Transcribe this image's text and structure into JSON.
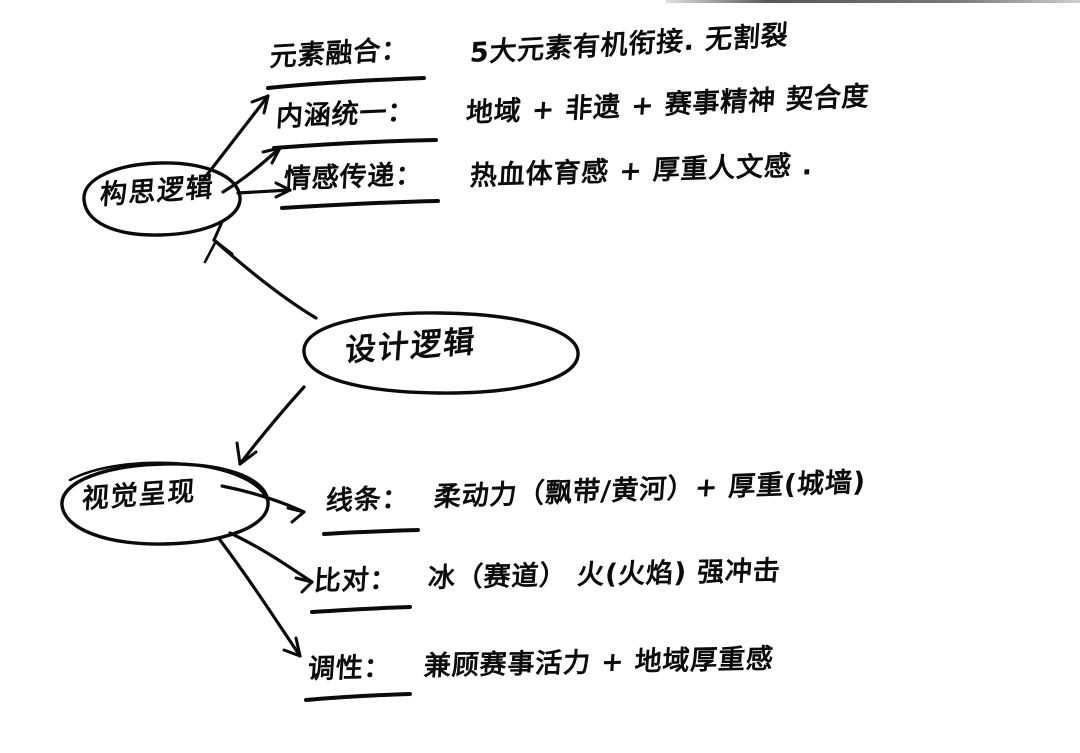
{
  "diagram": {
    "type": "hand-drawn-mind-map",
    "medium": "handwritten ink on white paper (scanned)",
    "ink_color": "#0b0b0b",
    "paper_color": "#ffffff",
    "center": {
      "label": "设计逻辑",
      "shape": "ellipse"
    },
    "nodes": [
      {
        "id": "concept-logic",
        "label": "构思逻辑",
        "shape": "ellipse",
        "branches": [
          {
            "key": "元素融合：",
            "value": "5大元素有机衔接. 无割裂",
            "underlined": true
          },
          {
            "key": "内涵统一：",
            "value": "地域 + 非遗 + 赛事精神  契合度",
            "underlined": true
          },
          {
            "key": "情感传递：",
            "value": "热血体育感 + 厚重人文感 .",
            "underlined": true
          }
        ]
      },
      {
        "id": "visual-presentation",
        "label": "视觉呈现",
        "shape": "ellipse",
        "branches": [
          {
            "key": "线条：",
            "value": "柔动力（飘带/黄河）+ 厚重(城墙)",
            "underlined": true
          },
          {
            "key": "比对：",
            "value": "冰（赛道） 火(火焰) 强冲击",
            "underlined": true
          },
          {
            "key": "调性：",
            "value": "兼顾赛事活力 + 地域厚重感",
            "underlined": true
          }
        ]
      }
    ],
    "connectors": [
      {
        "from": "设计逻辑",
        "to": "构思逻辑",
        "style": "arrow"
      },
      {
        "from": "设计逻辑",
        "to": "视觉呈现",
        "style": "arrow"
      },
      {
        "from": "构思逻辑",
        "to": "元素融合：",
        "style": "arrow"
      },
      {
        "from": "构思逻辑",
        "to": "内涵统一：",
        "style": "arrow"
      },
      {
        "from": "构思逻辑",
        "to": "情感传递：",
        "style": "arrow"
      },
      {
        "from": "视觉呈现",
        "to": "线条：",
        "style": "arrow"
      },
      {
        "from": "视觉呈现",
        "to": "比对：",
        "style": "arrow"
      },
      {
        "from": "视觉呈现",
        "to": "调性：",
        "style": "arrow"
      }
    ]
  }
}
